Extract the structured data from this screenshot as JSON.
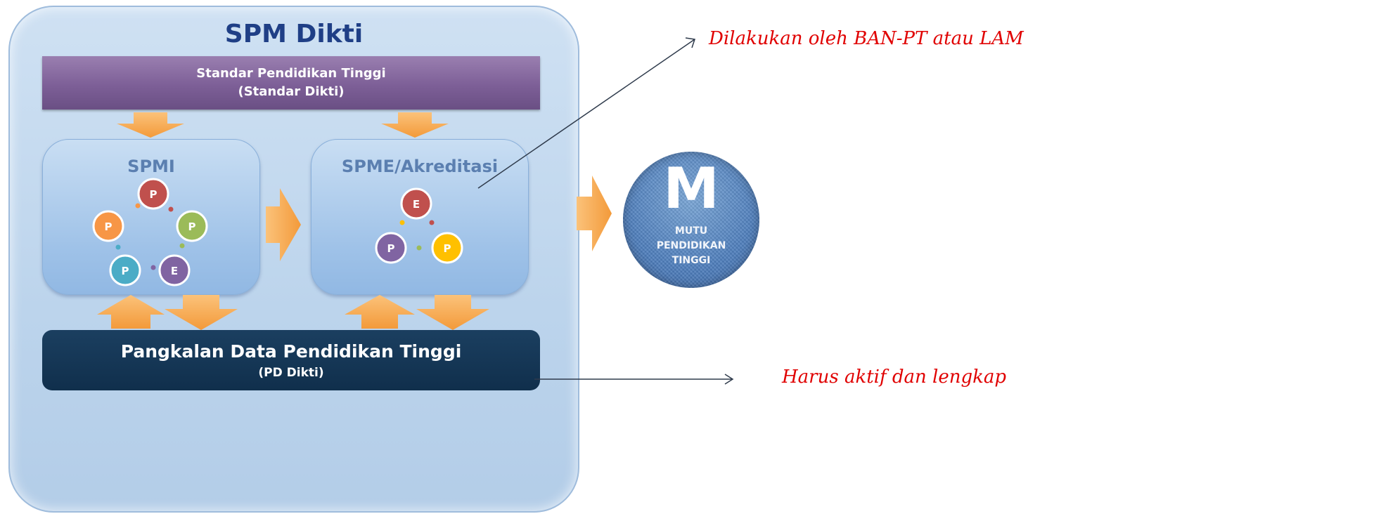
{
  "spm": {
    "title": "SPM Dikti",
    "standar_line1": "Standar Pendidikan Tinggi",
    "standar_line2": "(Standar Dikti)",
    "spmi_title": "SPMI",
    "spme_title": "SPME/Akreditasi",
    "pangkalan_line1": "Pangkalan Data Pendidikan Tinggi",
    "pangkalan_line2": "(PD Dikti)"
  },
  "spmi_cycle": [
    {
      "letter": "P",
      "color": "#c0504d"
    },
    {
      "letter": "P",
      "color": "#9bbb59"
    },
    {
      "letter": "E",
      "color": "#8064a2"
    },
    {
      "letter": "P",
      "color": "#4bacc6"
    },
    {
      "letter": "P",
      "color": "#f79646"
    }
  ],
  "spme_cycle": [
    {
      "letter": "E",
      "color": "#c0504d"
    },
    {
      "letter": "P",
      "color": "#ffc000"
    },
    {
      "letter": "P",
      "color": "#8064a2"
    }
  ],
  "mutu": {
    "letter": "M",
    "line1": "MUTU",
    "line2": "PENDIDIKAN",
    "line3": "TINGGI"
  },
  "notes": {
    "akreditasi": "Dilakukan oleh BAN-PT atau LAM",
    "pddikti": "Harus aktif dan lengkap"
  },
  "colors": {
    "arrow": "#f7a84a",
    "note_text": "#e00000",
    "connector": "#2f3b4c"
  }
}
